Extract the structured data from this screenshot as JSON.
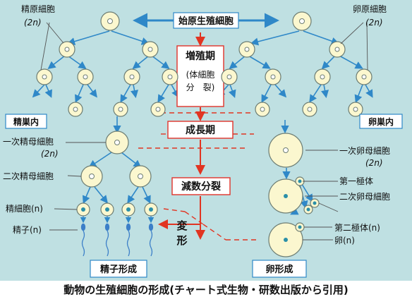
{
  "colors": {
    "background": "#bfe0e2",
    "cell_fill": "#fbf7cf",
    "cell_stroke": "#6d7d73",
    "nucleus": "#2a8fa8",
    "arrow_blue": "#2f88c8",
    "arrow_red": "#e13522",
    "label_box_fill": "#ffffff",
    "label_box_stroke": "#e0332a",
    "sperm_blue": "#3c7fc8"
  },
  "labels": {
    "primordial": "始原生殖細胞",
    "prolif_phase": "増殖期",
    "somatic_open": "(体細胞",
    "somatic_close": "分　裂)",
    "growth_phase": "成長期",
    "meiosis": "減数分裂",
    "transform_1": "変",
    "transform_2": "形",
    "spermatogonium": "精原細胞",
    "spermatogonium_ploidy": "(2n)",
    "oogonium": "卵原細胞",
    "oogonium_ploidy": "(2n)",
    "testis": "精巣内",
    "ovary": "卵巣内",
    "primary_spermatocyte": "一次精母細胞",
    "primary_spermatocyte_ploidy": "(2n)",
    "secondary_spermatocyte": "二次精母細胞",
    "spermatid": "精細胞(n)",
    "sperm": "精子(n)",
    "primary_oocyte": "一次卵母細胞",
    "primary_oocyte_ploidy": "(2n)",
    "first_polar_body": "第一極体",
    "secondary_oocyte": "二次卵母細胞",
    "second_polar_body": "第二極体(n)",
    "egg": "卵(n)",
    "spermatogenesis": "精子形成",
    "oogenesis": "卵形成"
  },
  "caption": "動物の生殖細胞の形成(チャート式生物・研数出版から引用)"
}
